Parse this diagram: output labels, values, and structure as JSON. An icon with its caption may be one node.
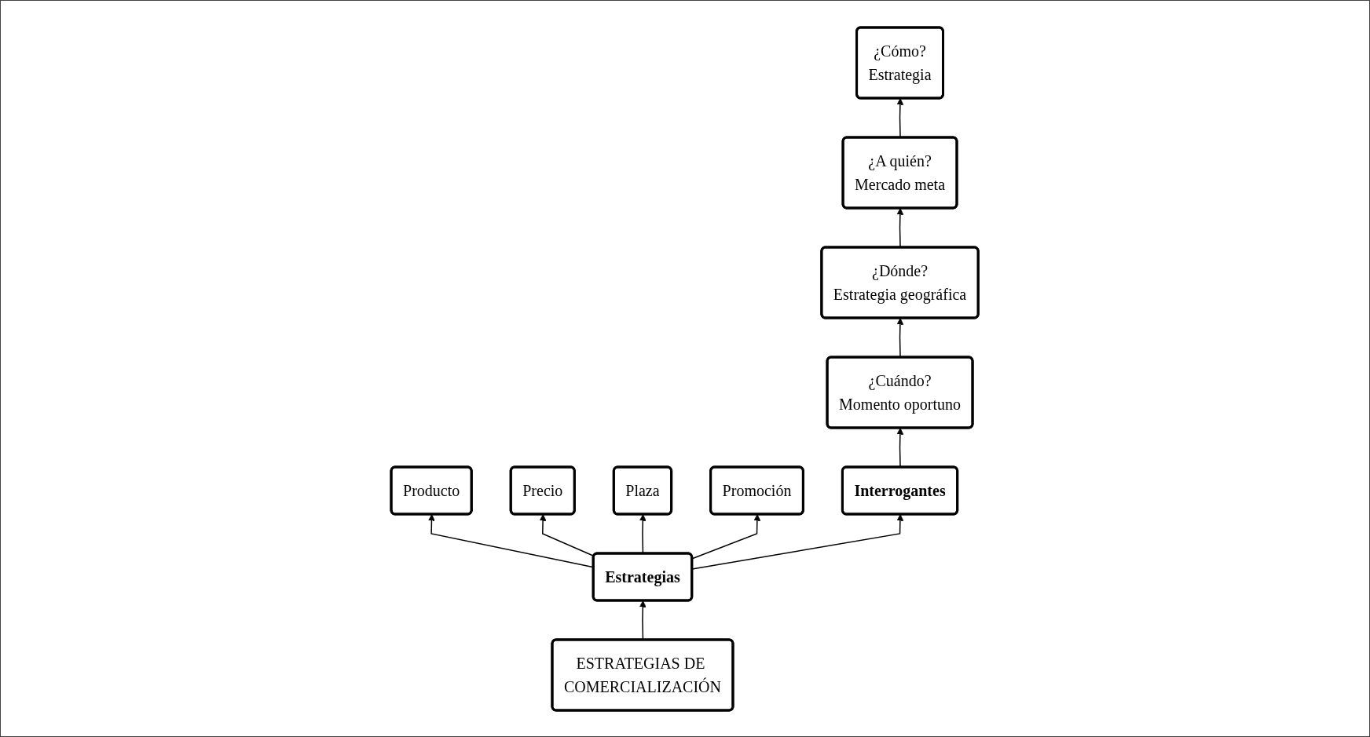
{
  "diagram": {
    "nodes": [
      {
        "text": [
          "ESTRATEGIAS DE COMERCIALIZACIÓN"
        ]
      },
      {
        "text": [
          "Estrategias"
        ]
      },
      {
        "text": [
          "Producto"
        ]
      },
      {
        "text": [
          "Precio"
        ]
      },
      {
        "text": [
          "Plaza"
        ]
      },
      {
        "text": [
          "Promoción"
        ]
      },
      {
        "text": [
          "Interrogantes"
        ]
      },
      {
        "text": [
          "¿Cuándo?",
          "Momento oportuno"
        ]
      },
      {
        "text": [
          "¿Dónde?",
          "Estrategia geográfica"
        ]
      },
      {
        "text": [
          "¿A quién?",
          "Mercado meta"
        ]
      },
      {
        "text": [
          "¿Cómo?",
          "Estrategia"
        ]
      }
    ],
    "edges": [
      {
        "from": 0,
        "to": 1,
        "arrow": "to"
      },
      {
        "from": 1,
        "to": 2,
        "arrow": "to"
      },
      {
        "from": 1,
        "to": 3,
        "arrow": "to"
      },
      {
        "from": 1,
        "to": 4,
        "arrow": "to"
      },
      {
        "from": 1,
        "to": 5,
        "arrow": "to"
      },
      {
        "from": 1,
        "to": 6,
        "arrow": "to"
      },
      {
        "from": 6,
        "to": 7,
        "arrow": "to"
      },
      {
        "from": 7,
        "to": 8,
        "arrow": "to"
      },
      {
        "from": 8,
        "to": 9,
        "arrow": "to"
      },
      {
        "from": 9,
        "to": 10,
        "arrow": "to"
      }
    ]
  }
}
